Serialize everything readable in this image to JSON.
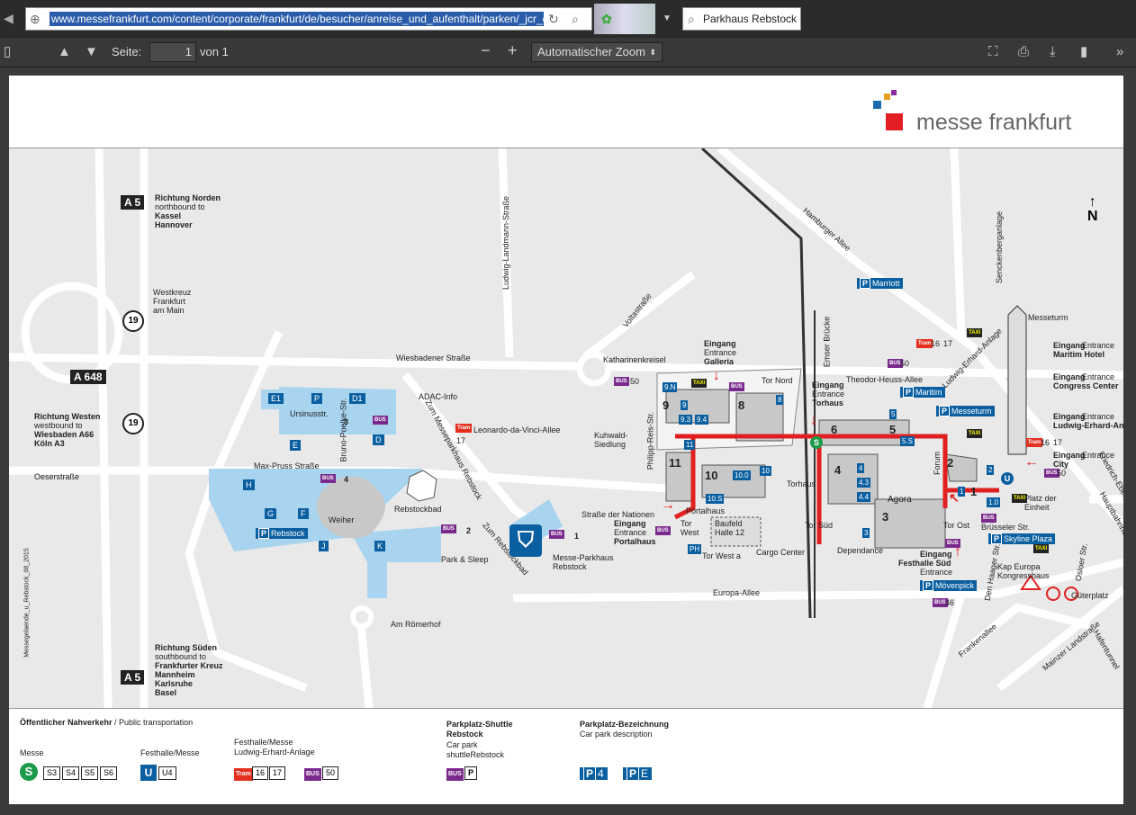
{
  "browser": {
    "url": "www.messefrankfurt.com/content/corporate/frankfurt/de/besucher/anreise_und_aufenthalt/parken/_jcr_c",
    "search": "Parkhaus Rebstock"
  },
  "pdf_toolbar": {
    "page_label": "Seite:",
    "page_value": "1",
    "page_total": "von 1",
    "zoom": "Automatischer Zoom",
    "zoom_out": "−",
    "zoom_in": "+"
  },
  "logo": {
    "text": "messe frankfurt"
  },
  "map": {
    "highways": [
      "A 5",
      "A 648",
      "A 5"
    ],
    "exits": [
      "19",
      "19"
    ],
    "north": "N",
    "directions": {
      "north_de": "Richtung Norden",
      "north_en": "northbound to",
      "north_c1": "Kassel",
      "north_c2": "Hannover",
      "west_de": "Richtung Westen",
      "west_en": "westbound to",
      "west_c1": "Wiesbaden A66",
      "west_c2": "Köln A3",
      "south_de": "Richtung Süden",
      "south_en": "southbound to",
      "south_c1": "Frankfurter Kreuz",
      "south_c2": "Mannheim",
      "south_c3": "Karlsruhe",
      "south_c4": "Basel"
    },
    "westkreuz": [
      "Westkreuz",
      "Frankfurt",
      "am Main"
    ],
    "streets": {
      "wiesbadener": "Wiesbadener Straße",
      "oeser": "Oeserstraße",
      "ursinus": "Ursinusstr.",
      "maxpruss": "Max-Pruss Straße",
      "poelke": "Bruno-Poelke-Str.",
      "zummesse": "Zum Messeparkhaus Rebstock",
      "zumrebstockbad": "Zum Rebstockbad",
      "amroemerhof": "Am Römerhof",
      "europa": "Europa-Allee",
      "landmann": "Ludwig-Landmann-Straße",
      "volta": "Voltastraße",
      "katharinen": "Katharinenkreisel",
      "adac": "ADAC-Info",
      "leonardo": "Leonardo-da-Vinci-Allee",
      "kuhwald1": "Kuhwald-",
      "kuhwald2": "Siedlung",
      "reis": "Philipp-Reis-Str.",
      "nationen": "Straße der Nationen",
      "hamburger": "Hamburger Allee",
      "emser": "Emser Brücke",
      "theodor": "Theodor-Heuss-Allee",
      "senckenberg": "Senckenberganlage",
      "erhard": "Ludwig-Erhard-Anlage",
      "ebert": "Friedrich-Ebert-Anlage",
      "hauptbahnhof": "Hauptbahnhof",
      "bruesseler": "Brüsseler Str.",
      "haager": "Den Haager Str.",
      "osloer": "Osloer Str.",
      "gueterplatz": "Güterplatz",
      "frankenallee": "Frankenallee",
      "mainzer": "Mainzer Landstraße",
      "hafentunnel": "Hafentunnel",
      "platz1": "Platz der",
      "platz2": "Einheit",
      "weiher": "Weiher",
      "rebstockbad": "Rebstockbad",
      "messeturm": "Messeturm"
    },
    "parking": {
      "e1": "E1",
      "d1": "D1",
      "e": "E",
      "d": "D",
      "h": "H",
      "g": "G",
      "f": "F",
      "j": "J",
      "k": "K",
      "rebstock": "Rebstock",
      "p3": "3",
      "p4": "4",
      "p2": "2",
      "p1": "1",
      "parksleep": "Park & Sleep",
      "messeparkhaus1": "Messe-Parkhaus",
      "messeparkhaus2": "Rebstock",
      "marriott": "Marriott",
      "maritim": "Maritim",
      "messeturm": "Messeturm",
      "skyline": "Skyline Plaza",
      "moevenpick": "Mövenpick",
      "p_prefix": "P"
    },
    "halls": {
      "h9": "9",
      "h8": "8",
      "h11": "11",
      "h10": "10",
      "h6": "6",
      "h5": "5",
      "h4": "4",
      "h3": "3",
      "h2": "2",
      "h1": "1",
      "b9n": "9.N",
      "b8": "8",
      "b9": "9",
      "b93": "9.3",
      "b94": "9.4",
      "b11": "11",
      "b100": "10.0",
      "b10": "10",
      "b10s": "10.S",
      "b5": "5",
      "b5s": "5.S",
      "b4": "4",
      "b43": "4.3",
      "b44": "4.4",
      "b3": "3",
      "b1": "1",
      "b10e": "1.0",
      "b2": "2",
      "bph": "PH",
      "agora": "Agora",
      "forum": "Forum",
      "torhaus": "Torhaus",
      "portalhaus": "Portalhaus",
      "cargo": "Cargo Center",
      "dependance": "Dependance",
      "baufeld1": "Baufeld",
      "baufeld2": "Halle 12",
      "torwest1": "Tor",
      "torwest2": "West"
    },
    "gates": {
      "tornord": "Tor Nord",
      "torsued": "Tor Süd",
      "torost": "Tor Ost",
      "torwesta": "Tor West a",
      "galleria_de": "Eingang",
      "galleria_en": "Entrance",
      "galleria": "Galleria",
      "torhaus_de": "Eingang",
      "torhaus_en": "Entrance",
      "torhaus_n": "Torhaus",
      "portalhaus_de": "Eingang",
      "portalhaus_en": "Entrance",
      "portalhaus_n": "Portalhaus",
      "festhalle_de": "Eingang",
      "festhalle_n": "Festhalle Süd",
      "festhalle_en": "Entrance",
      "maritim_de": "Eingang",
      "maritim_en": "Entrance",
      "maritim_n": "Maritim Hotel",
      "congress_de": "Eingang",
      "congress_en": "Entrance",
      "congress_n": "Congress Center",
      "erhard_de": "Eingang",
      "erhard_en": "Entrance",
      "erhard_n": "Ludwig-Erhard-Anlage",
      "city_de": "Eingang",
      "city_en": "Entrance",
      "city_n": "City"
    },
    "transit": {
      "bus50a": "50",
      "bus50b": "50",
      "bus50c": "50",
      "bus46": "46",
      "tram16": "16",
      "tram17": "17",
      "tram16b": "16",
      "tram17b": "17",
      "tram17c": "17",
      "bus": "BUS",
      "tram": "Tram",
      "taxi": "TAXI",
      "kap1": "Kap Europa",
      "kap2": "Kongresshaus"
    },
    "side_note": "Messegelaende_u_Rebstock_08_2015"
  },
  "legend": {
    "title_de": "Öffentlicher Nahverkehr",
    "title_en": " / Public transportation",
    "messe": "Messe",
    "s_lines": [
      "S3",
      "S4",
      "S5",
      "S6"
    ],
    "festhalle": "Festhalle/Messe",
    "u_line": "U4",
    "festhalle_erhard1": "Festhalle/Messe",
    "festhalle_erhard2": "Ludwig-Erhard-Anlage",
    "tram_lines": [
      "16",
      "17"
    ],
    "bus_line": "50",
    "shuttle_title1": "Parkplatz-Shuttle",
    "shuttle_title2": "Rebstock",
    "shuttle_en1": "Car park",
    "shuttle_en2": "shuttleRebstock",
    "desc_title": "Parkplatz-Bezeichnung",
    "desc_en": "Car park description",
    "p4": "4",
    "pe": "E",
    "p": "P",
    "s": "S",
    "u": "U",
    "bus": "BUS",
    "tram": "Tram"
  },
  "colors": {
    "parking_blue": "#0a5fa0",
    "lot_blue": "#a8d4f0",
    "bus_purple": "#7a2a8c",
    "tram_red": "#e53020",
    "sbahn_green": "#1a9a4a",
    "route_red": "#e02020",
    "logo_red": "#e31e24"
  }
}
